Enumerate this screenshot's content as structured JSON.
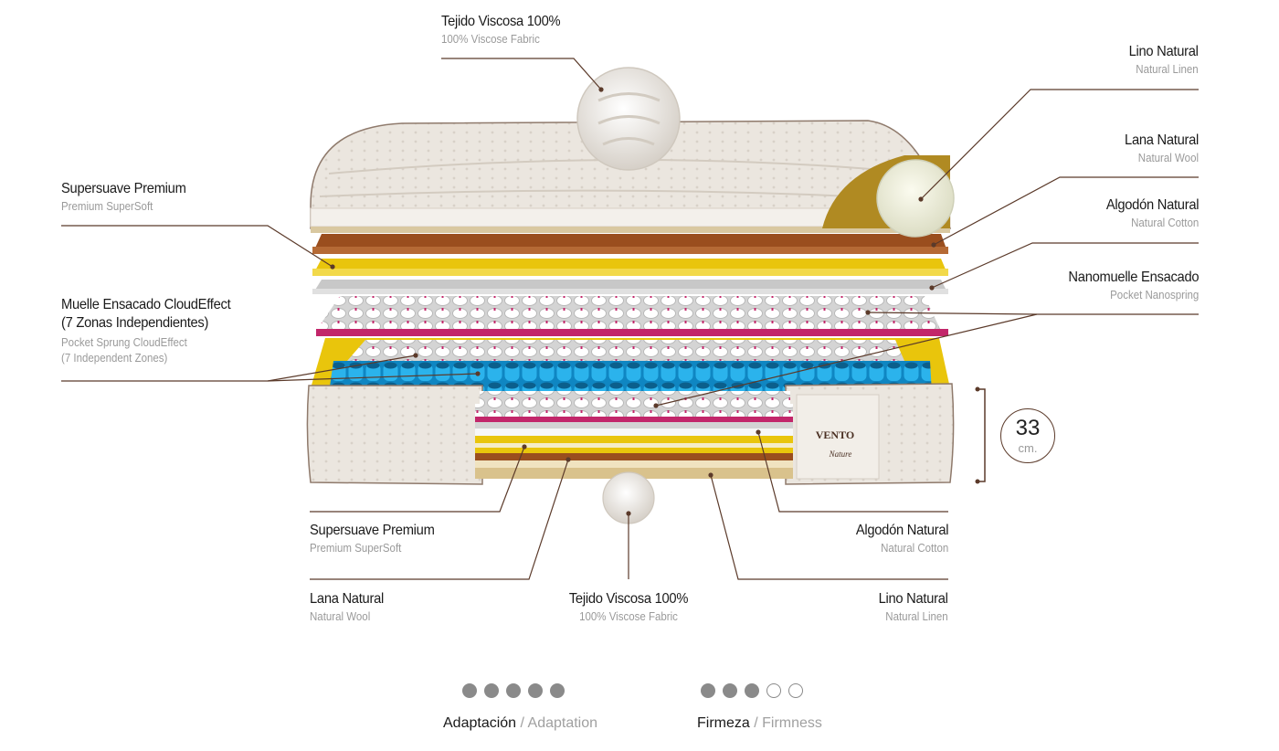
{
  "labels": {
    "top_fabric": {
      "es": "Tejido Viscosa 100%",
      "en": "100% Viscose Fabric"
    },
    "lino_top": {
      "es": "Lino Natural",
      "en": "Natural Linen"
    },
    "lana_top": {
      "es": "Lana Natural",
      "en": "Natural Wool"
    },
    "algodon_top": {
      "es": "Algodón Natural",
      "en": "Natural Cotton"
    },
    "nanomuelle": {
      "es": "Nanomuelle Ensacado",
      "en": "Pocket Nanospring"
    },
    "supersuave_top": {
      "es": "Supersuave Premium",
      "en": "Premium SuperSoft"
    },
    "muelle": {
      "es1": "Muelle Ensacado CloudEffect",
      "es2": "(7 Zonas Independientes)",
      "en1": "Pocket Sprung CloudEffect",
      "en2": "(7 Independent Zones)"
    },
    "supersuave_bottom": {
      "es": "Supersuave Premium",
      "en": "Premium SuperSoft"
    },
    "algodon_bottom": {
      "es": "Algodón Natural",
      "en": "Natural Cotton"
    },
    "lana_bottom": {
      "es": "Lana Natural",
      "en": "Natural Wool"
    },
    "fabric_bottom": {
      "es": "Tejido Viscosa 100%",
      "en": "100% Viscose Fabric"
    },
    "lino_bottom": {
      "es": "Lino Natural",
      "en": "Natural Linen"
    }
  },
  "brand": {
    "name": "VENTO",
    "sub": "Nature"
  },
  "height": {
    "value": "33",
    "unit": "cm."
  },
  "ratings": [
    {
      "es": "Adaptación",
      "sep": " / ",
      "en": "Adaptation",
      "score": 5,
      "max": 5
    },
    {
      "es": "Firmeza",
      "sep": " / ",
      "en": "Firmness",
      "score": 3,
      "max": 5
    }
  ],
  "colors": {
    "leader_line": "#5b3a2a",
    "yellow_layer": "#e9c50c",
    "brown_layer": "#9a4e1e",
    "pink_layer": "#c2266a",
    "blue_spring": "#1aa4e0",
    "gold_wedge": "#b08a22",
    "fabric": "#ece8e2"
  }
}
